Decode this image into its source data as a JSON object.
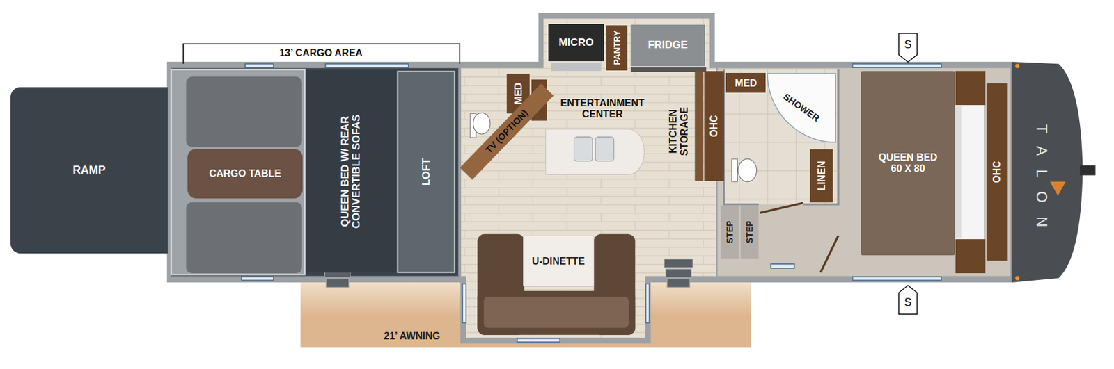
{
  "diagram": {
    "nodes": [
      {
        "text": [
          "RAMP"
        ]
      },
      {
        "text": [
          "CARGO TABLE"
        ]
      },
      {
        "text": [
          "QUEEN BED W/ REAR CONVERTIBLE SOFAS"
        ]
      },
      {
        "text": [
          "LOFT"
        ]
      },
      {
        "text": [
          "MICRO"
        ]
      },
      {
        "text": [
          "PANTRY"
        ]
      },
      {
        "text": [
          "FRIDGE"
        ]
      },
      {
        "text": [
          "MED"
        ]
      },
      {
        "text": [
          "TV (OPTION)"
        ]
      },
      {
        "text": [
          "OHC"
        ]
      },
      {
        "text": [
          "MED"
        ]
      },
      {
        "text": [
          "SHOWER"
        ]
      },
      {
        "text": [
          "LINEN"
        ]
      },
      {
        "text": [
          "STEP"
        ]
      },
      {
        "text": [
          "STEP"
        ]
      },
      {
        "text": [
          "U-DINETTE"
        ]
      },
      {
        "text": [
          "21’ AWNING"
        ]
      },
      {
        "text": [
          "QUEEN BED 60 X 80"
        ]
      },
      {
        "text": [
          "OHC"
        ]
      },
      {
        "text": [
          "S"
        ]
      },
      {
        "text": [
          "S"
        ]
      }
    ],
    "labels": [
      "13’ CARGO AREA",
      "ENTERTAINMENT CENTER",
      "KITCHEN STORAGE",
      "TALON"
    ]
  }
}
